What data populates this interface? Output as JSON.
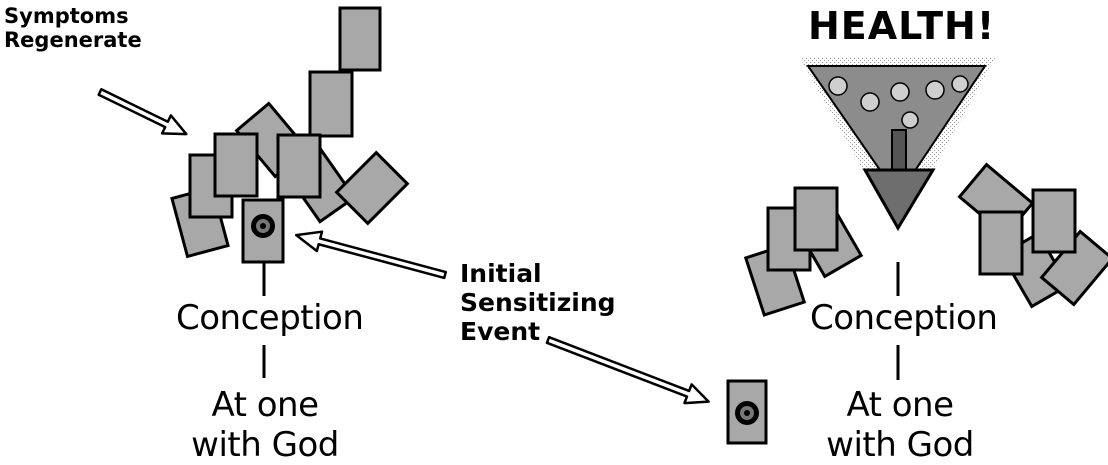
{
  "left_panel": {
    "symptoms_label": "Symptoms\nRegenerate",
    "conception_label": "Conception",
    "god_label": "At one\nwith God"
  },
  "middle": {
    "event_label": "Initial\nSensitizing\nEvent"
  },
  "right_panel": {
    "health_label": "HEALTH!",
    "conception_label": "Conception",
    "god_label": "At one\nwith God"
  },
  "colors": {
    "block_fill": "#a8a8a8",
    "stroke": "#000000",
    "background": "#ffffff"
  }
}
